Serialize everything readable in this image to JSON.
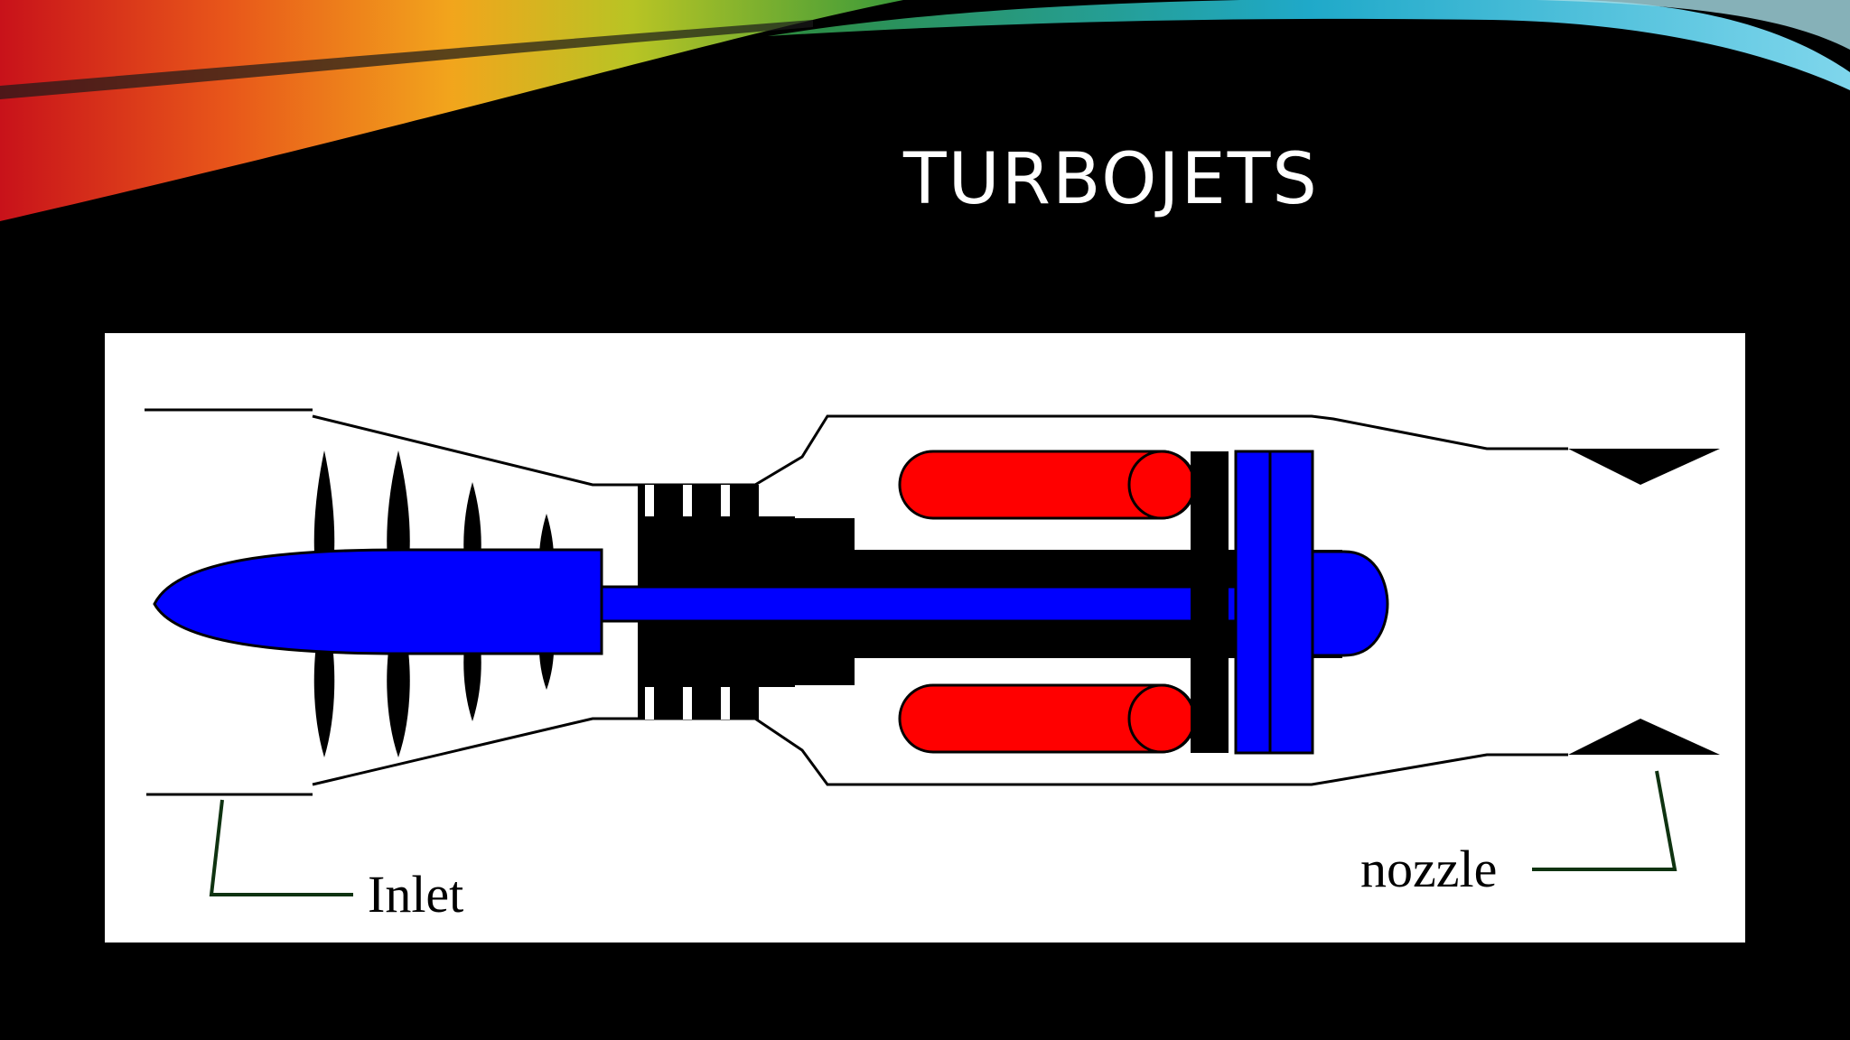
{
  "slide": {
    "title": "TURBOJETS"
  },
  "diagram": {
    "labels": {
      "inlet": "Inlet",
      "nozzle": "nozzle"
    },
    "colors": {
      "background": "#000000",
      "title_text": "#ffffff",
      "panel": "#ffffff",
      "shaft_and_turbine": "#0000ff",
      "combustor": "#ff0000",
      "compressor_and_blades": "#000000",
      "leader_lines": "#0f3311"
    }
  }
}
